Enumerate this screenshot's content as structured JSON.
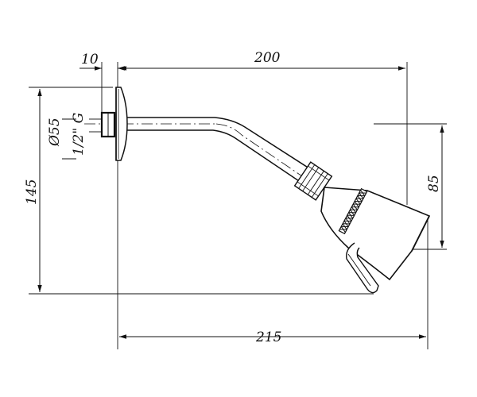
{
  "labels": {
    "dim_10": "10",
    "dim_200": "200",
    "dim_145": "145",
    "dim_85": "85",
    "dim_215": "215",
    "dia_55": "Ø55",
    "thread": "1/2\" G"
  },
  "colors": {
    "ink": "#111111",
    "background": "#ffffff"
  }
}
